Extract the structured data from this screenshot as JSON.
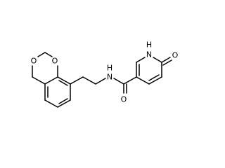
{
  "molecule": {
    "atoms": {
      "o_ring_top": "O",
      "o_ring_side": "O",
      "n_amide": "N",
      "h_amide": "H",
      "n_pyridone": "N",
      "h_pyridone": "H",
      "o_carbonyl": "O",
      "o_pyridone": "O"
    }
  }
}
